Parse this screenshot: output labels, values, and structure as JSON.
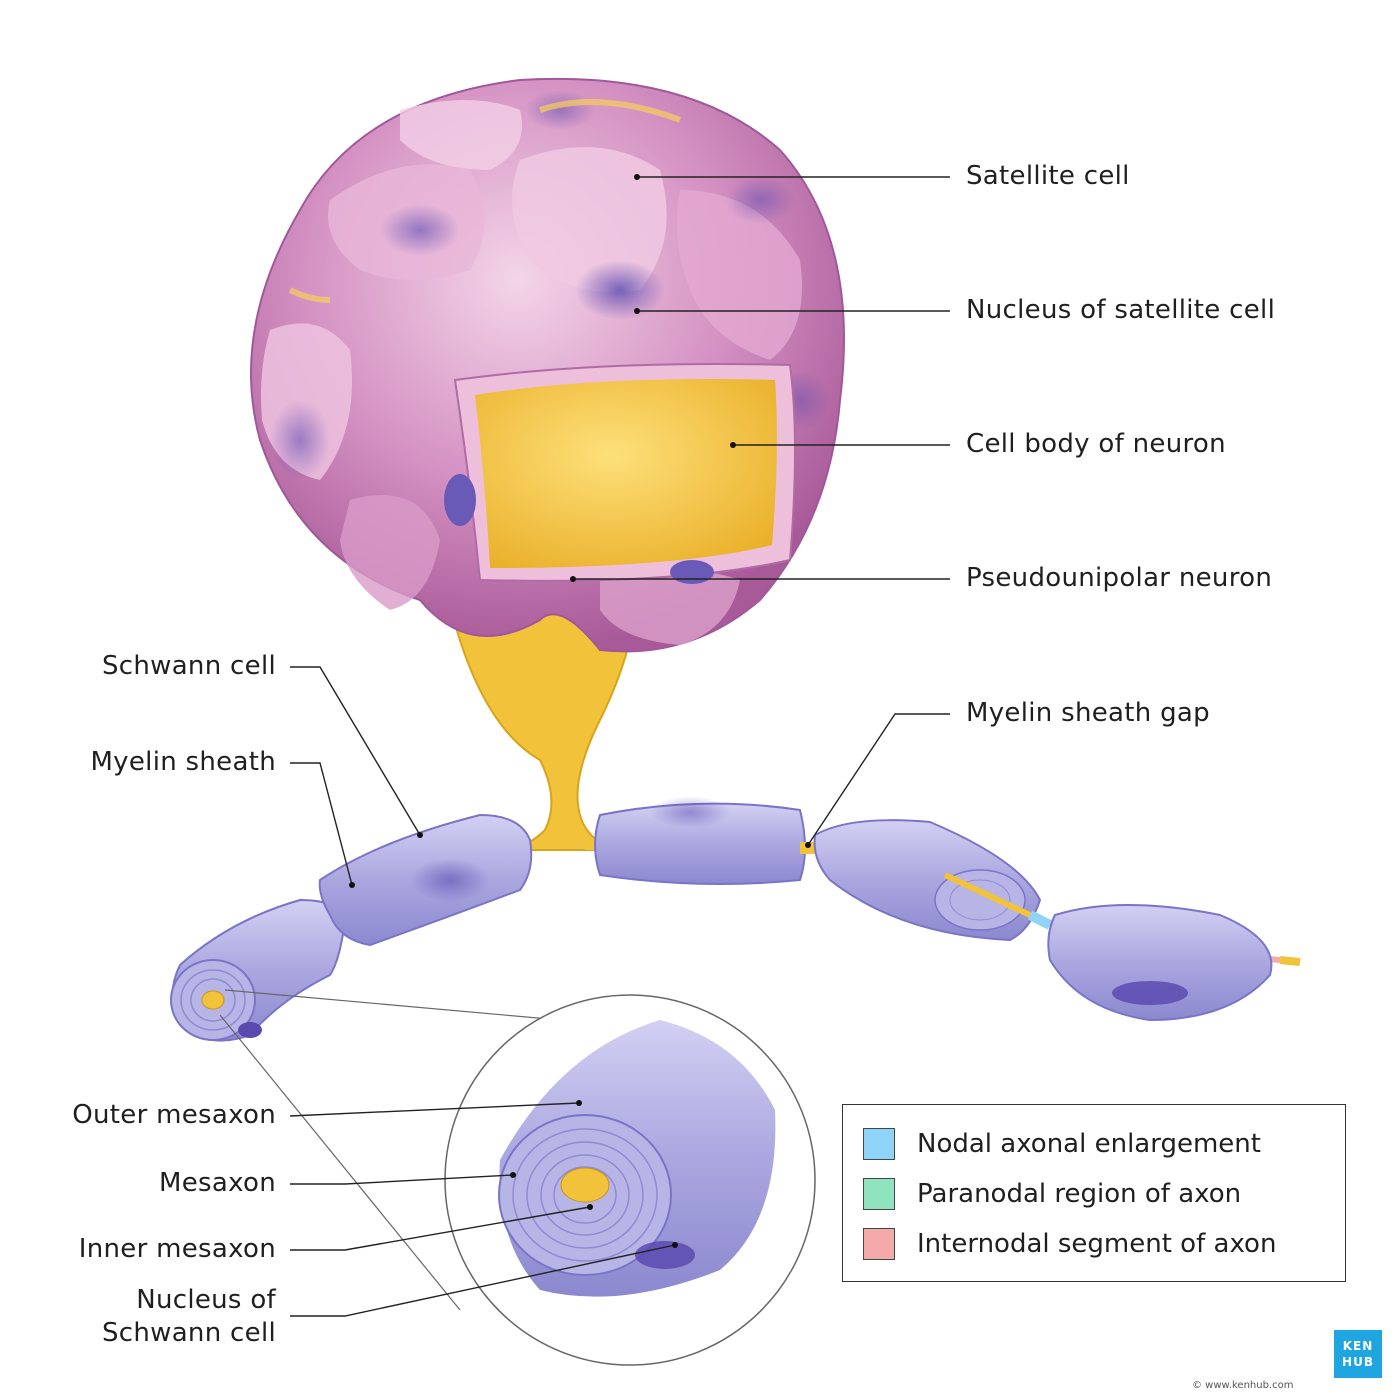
{
  "labels": {
    "satellite_cell": "Satellite cell",
    "nucleus_satellite": "Nucleus of satellite cell",
    "cell_body": "Cell body of neuron",
    "pseudounipolar": "Pseudounipolar neuron",
    "schwann_cell": "Schwann cell",
    "myelin_sheath": "Myelin sheath",
    "myelin_gap": "Myelin sheath gap",
    "outer_mesaxon": "Outer mesaxon",
    "mesaxon": "Mesaxon",
    "inner_mesaxon": "Inner mesaxon",
    "nucleus_schwann_line1": "Nucleus of",
    "nucleus_schwann_line2": "Schwann cell"
  },
  "legend": {
    "items": [
      {
        "label": "Nodal axonal enlargement",
        "color": "#8fd3f7"
      },
      {
        "label": "Paranodal region of axon",
        "color": "#8fe3bf"
      },
      {
        "label": "Internodal segment of axon",
        "color": "#f5aaaa"
      }
    ]
  },
  "branding": {
    "logo_line1": "KEN",
    "logo_line2": "HUB",
    "copyright": "© www.kenhub.com"
  },
  "colors": {
    "satellite": "#c77bb2",
    "satellite_light": "#e8bfd8",
    "neuron": "#f2c23a",
    "myelin": "#a9a6dc",
    "myelin_dark": "#7a74c8"
  }
}
